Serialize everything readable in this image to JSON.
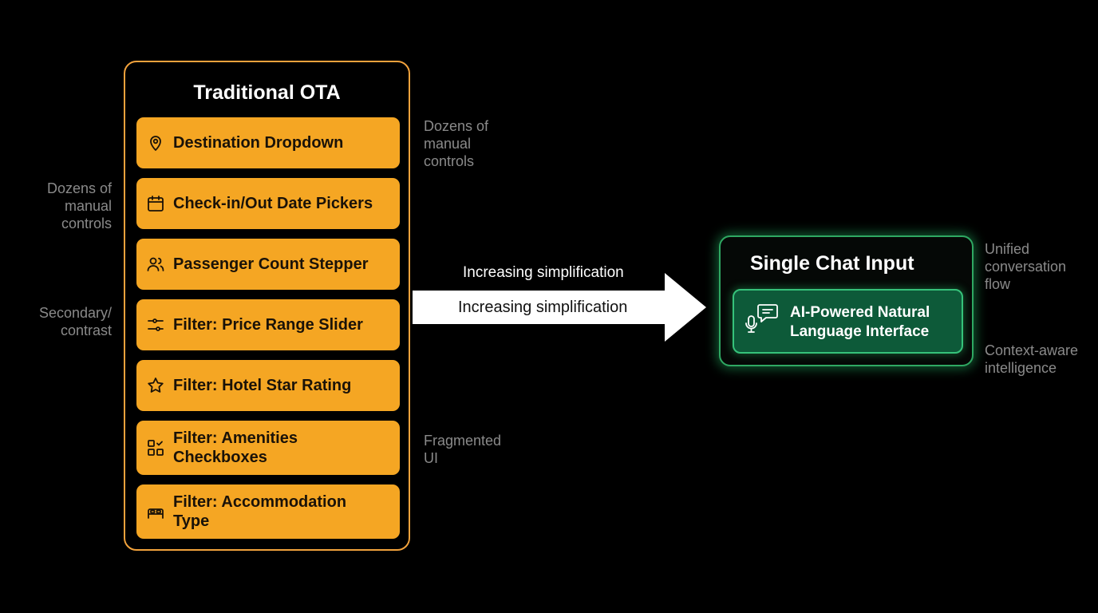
{
  "ota_panel": {
    "title": "Traditional OTA",
    "items": [
      {
        "icon": "map-pin-icon",
        "label": "Destination Dropdown"
      },
      {
        "icon": "calendar-icon",
        "label": "Check-in/Out Date Pickers"
      },
      {
        "icon": "users-icon",
        "label": "Passenger Count Stepper"
      },
      {
        "icon": "sliders-icon",
        "label": "Filter: Price Range Slider"
      },
      {
        "icon": "star-icon",
        "label": "Filter: Hotel Star Rating"
      },
      {
        "icon": "checkbox-grid-icon",
        "label_line1": "Filter: Amenities",
        "label_line2": "Checkboxes"
      },
      {
        "icon": "bed-icon",
        "label_line1": "Filter: Accommodation",
        "label_line2": "Type"
      }
    ],
    "accent_color": "#f5a623"
  },
  "notes": {
    "left_top": {
      "line1": "Dozens of",
      "line2": "manual",
      "line3": "controls"
    },
    "left_bottom": {
      "line1": "Secondary/",
      "line2": "contrast"
    },
    "right_top": {
      "line1": "Dozens of",
      "line2": "manual",
      "line3": "controls"
    },
    "right_bottom": {
      "line1": "Fragmented",
      "line2": "UI"
    },
    "chat_top": {
      "line1": "Unified",
      "line2": "conversation",
      "line3": "flow"
    },
    "chat_bottom": {
      "line1": "Context-aware",
      "line2": "intelligence"
    }
  },
  "arrow": {
    "label_top": "Increasing simplification",
    "label_mid": "Increasing simplification"
  },
  "chat_panel": {
    "title": "Single Chat Input",
    "box_line1": "AI-Powered Natural",
    "box_line2": "Language Interface",
    "icon": "mic-chat-icon",
    "accent_color": "#36c27a"
  }
}
